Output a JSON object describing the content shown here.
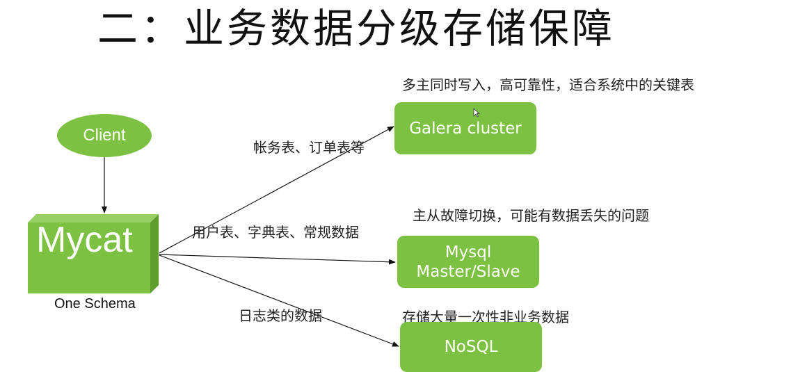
{
  "title": "二：业务数据分级存储保障",
  "client": {
    "label": "Client"
  },
  "mycat": {
    "label": "Mycat",
    "caption": "One Schema"
  },
  "nodes": [
    {
      "label": "Galera cluster",
      "note": "多主同时写入，高可靠性，适合系统中的关键表"
    },
    {
      "line1": "Mysql",
      "line2": "Master/Slave",
      "note": "主从故障切换，可能有数据丢失的问题"
    },
    {
      "label": "NoSQL",
      "note": "存储大量一次性非业务数据"
    }
  ],
  "edge_labels": [
    "帐务表、订单表等",
    "用户表、字典表、常规数据",
    "日志类的数据"
  ],
  "colors": {
    "node_fill": "#7dc142",
    "cube_front": "#7dc142",
    "cube_top": "#96cf63",
    "cube_side": "#5f9e2e",
    "edge": "#111111"
  },
  "icons": {
    "pointer": "mouse-pointer-icon"
  }
}
